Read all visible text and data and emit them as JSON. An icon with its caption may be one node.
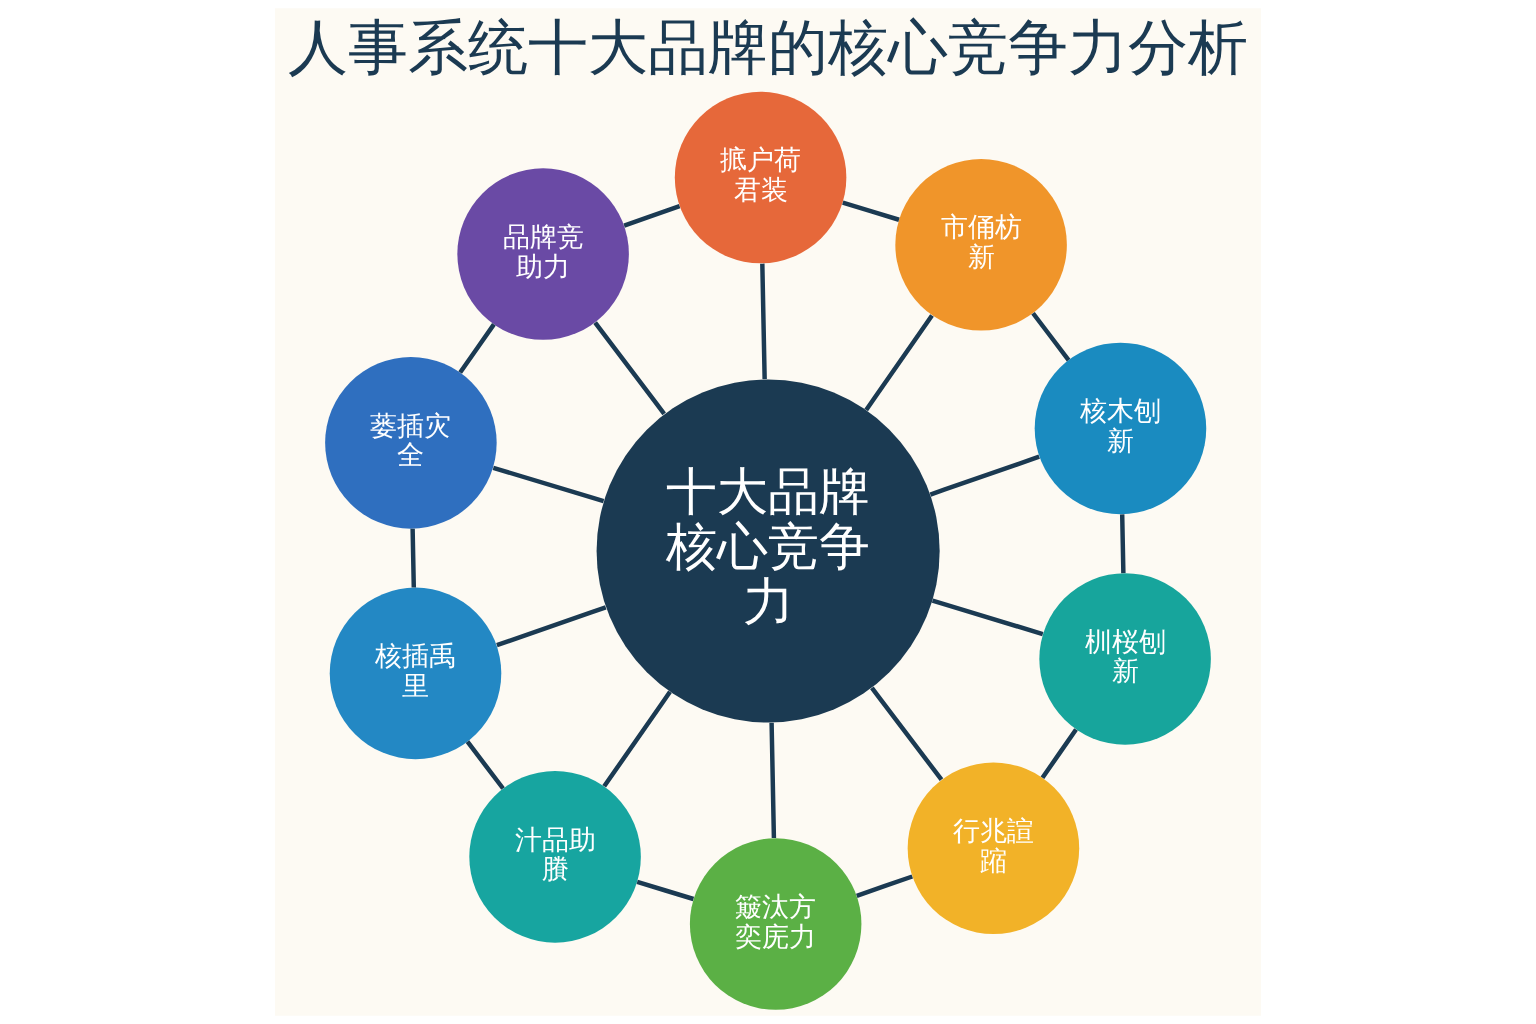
{
  "diagram": {
    "title": "人事系统十大品牌的核心竞争力分析",
    "nodes": [
      {
        "text": [
          "十大品牌核心竞争力"
        ]
      },
      {
        "text": [
          "核木刨新"
        ]
      },
      {
        "text": [
          "市俑枋新"
        ]
      },
      {
        "text": [
          "掋户荷君装"
        ]
      },
      {
        "text": [
          "品牌竞助力"
        ]
      },
      {
        "text": [
          "蒌插灾全"
        ]
      },
      {
        "text": [
          "核插禹里"
        ]
      },
      {
        "text": [
          "汁品助賸"
        ]
      },
      {
        "text": [
          "簸汰方奕庑力"
        ]
      },
      {
        "text": [
          "行兆諠蹜"
        ]
      },
      {
        "text": [
          "杊桜刨新"
        ]
      }
    ],
    "edges": [
      {
        "from": 0,
        "to": 1,
        "arrow": "none"
      },
      {
        "from": 0,
        "to": 2,
        "arrow": "none"
      },
      {
        "from": 0,
        "to": 3,
        "arrow": "none"
      },
      {
        "from": 0,
        "to": 4,
        "arrow": "none"
      },
      {
        "from": 0,
        "to": 5,
        "arrow": "none"
      },
      {
        "from": 0,
        "to": 6,
        "arrow": "none"
      },
      {
        "from": 0,
        "to": 7,
        "arrow": "none"
      },
      {
        "from": 0,
        "to": 8,
        "arrow": "none"
      },
      {
        "from": 0,
        "to": 9,
        "arrow": "none"
      },
      {
        "from": 0,
        "to": 10,
        "arrow": "none"
      },
      {
        "from": 1,
        "to": 2,
        "arrow": "none"
      },
      {
        "from": 2,
        "to": 3,
        "arrow": "none"
      },
      {
        "from": 3,
        "to": 4,
        "arrow": "none"
      },
      {
        "from": 4,
        "to": 5,
        "arrow": "none"
      },
      {
        "from": 5,
        "to": 6,
        "arrow": "none"
      },
      {
        "from": 6,
        "to": 7,
        "arrow": "none"
      },
      {
        "from": 7,
        "to": 8,
        "arrow": "none"
      },
      {
        "from": 8,
        "to": 9,
        "arrow": "none"
      },
      {
        "from": 9,
        "to": 10,
        "arrow": "none"
      },
      {
        "from": 10,
        "to": 1,
        "arrow": "none"
      }
    ]
  }
}
